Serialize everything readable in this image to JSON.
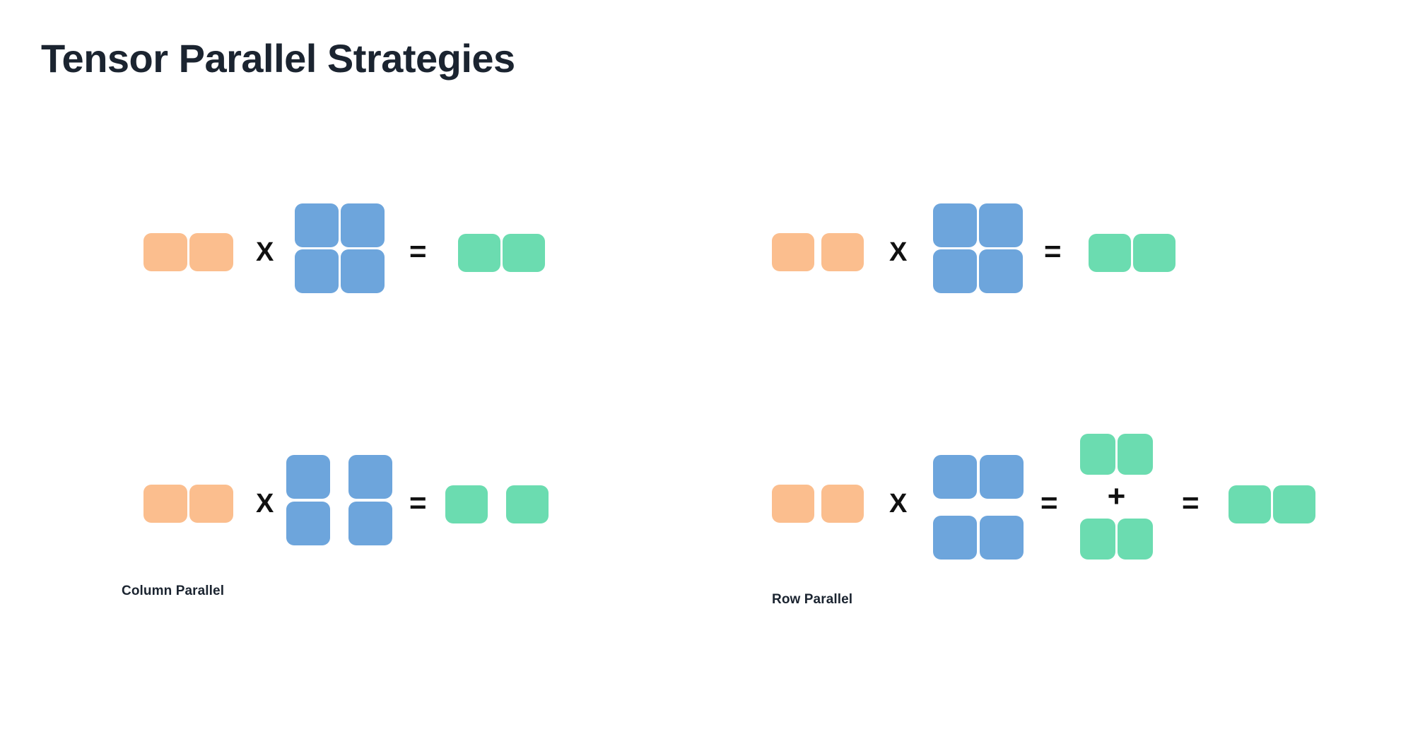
{
  "page": {
    "title": "Tensor Parallel Strategies",
    "background": "#ffffff"
  },
  "colors": {
    "input_orange": "#fbbe8e",
    "weight_blue": "#6da5dc",
    "output_green": "#6bdcb0",
    "title_text": "#1b2430",
    "operator_text": "#111111"
  },
  "operators": {
    "multiply": "X",
    "equals": "=",
    "plus": "+"
  },
  "captions": {
    "column_parallel": "Column Parallel",
    "row_parallel": "Row Parallel"
  },
  "diagrams": [
    {
      "id": "top-left",
      "name": "dense-matmul-column-intro",
      "input": {
        "color": "orange",
        "rows": 1,
        "cols": 2,
        "split": "none"
      },
      "weight": {
        "color": "blue",
        "rows": 2,
        "cols": 2,
        "split": "none"
      },
      "output": {
        "color": "green",
        "rows": 1,
        "cols": 2,
        "split": "none"
      }
    },
    {
      "id": "bottom-left",
      "name": "column-parallel-matmul",
      "input": {
        "color": "orange",
        "rows": 1,
        "cols": 2,
        "split": "none"
      },
      "weight": {
        "color": "blue",
        "rows": 2,
        "cols": 2,
        "split": "columns"
      },
      "output": {
        "color": "green",
        "rows": 1,
        "cols": 2,
        "split": "columns"
      }
    },
    {
      "id": "top-right",
      "name": "dense-matmul-row-intro",
      "input": {
        "color": "orange",
        "rows": 1,
        "cols": 2,
        "split": "columns"
      },
      "weight": {
        "color": "blue",
        "rows": 2,
        "cols": 2,
        "split": "none"
      },
      "output": {
        "color": "green",
        "rows": 1,
        "cols": 2,
        "split": "none"
      }
    },
    {
      "id": "bottom-right",
      "name": "row-parallel-matmul",
      "input": {
        "color": "orange",
        "rows": 1,
        "cols": 2,
        "split": "columns"
      },
      "weight": {
        "color": "blue",
        "rows": 2,
        "cols": 2,
        "split": "rows"
      },
      "partials": [
        {
          "color": "green",
          "rows": 1,
          "cols": 2
        },
        {
          "color": "green",
          "rows": 1,
          "cols": 2
        }
      ],
      "output": {
        "color": "green",
        "rows": 1,
        "cols": 2,
        "split": "none"
      }
    }
  ]
}
